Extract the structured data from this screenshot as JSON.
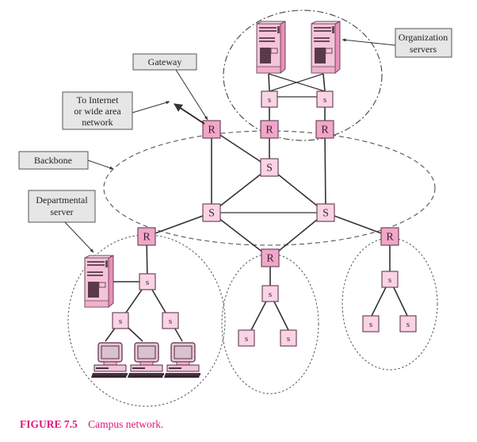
{
  "figure": {
    "number_label": "FIGURE 7.5",
    "caption": "Campus network."
  },
  "colors": {
    "router_fill": "#f2a6c9",
    "switch_fill": "#fad3e4",
    "node_stroke": "#6b4a5a",
    "label_box_fill": "#e6e6e6",
    "caption": "#e0157a",
    "line": "#333333"
  },
  "labels": {
    "gateway": [
      "Gateway"
    ],
    "internet": [
      "To Internet",
      "or wide area",
      "network"
    ],
    "backbone": [
      "Backbone"
    ],
    "departmental_server": [
      "Departmental",
      "server"
    ],
    "organization_servers": [
      "Organization",
      "servers"
    ]
  },
  "nodes": {
    "router_symbol": "R",
    "backbone_switch_symbol": "S",
    "switch_symbol": "s",
    "routers": [
      {
        "id": "gateway-router",
        "text": "R"
      },
      {
        "id": "org-router-left",
        "text": "R"
      },
      {
        "id": "org-router-right",
        "text": "R"
      },
      {
        "id": "dept-router-left",
        "text": "R"
      },
      {
        "id": "dept-router-middle",
        "text": "R"
      },
      {
        "id": "dept-router-right",
        "text": "R"
      }
    ],
    "backbone_switches": [
      {
        "id": "backbone-switch-top",
        "text": "S"
      },
      {
        "id": "backbone-switch-left",
        "text": "S"
      },
      {
        "id": "backbone-switch-right",
        "text": "S"
      }
    ],
    "switches": [
      {
        "id": "org-switch-left",
        "text": "s"
      },
      {
        "id": "org-switch-right",
        "text": "s"
      },
      {
        "id": "left-dept-switch",
        "text": "s"
      },
      {
        "id": "left-dept-switch-a",
        "text": "s"
      },
      {
        "id": "left-dept-switch-b",
        "text": "s"
      },
      {
        "id": "mid-dept-switch",
        "text": "s"
      },
      {
        "id": "mid-dept-switch-a",
        "text": "s"
      },
      {
        "id": "mid-dept-switch-b",
        "text": "s"
      },
      {
        "id": "right-dept-switch",
        "text": "s"
      },
      {
        "id": "right-dept-switch-a",
        "text": "s"
      },
      {
        "id": "right-dept-switch-b",
        "text": "s"
      }
    ],
    "servers": [
      "organization-server-left",
      "organization-server-right",
      "departmental-server"
    ],
    "computers": [
      "workstation-1",
      "workstation-2",
      "workstation-3"
    ]
  }
}
